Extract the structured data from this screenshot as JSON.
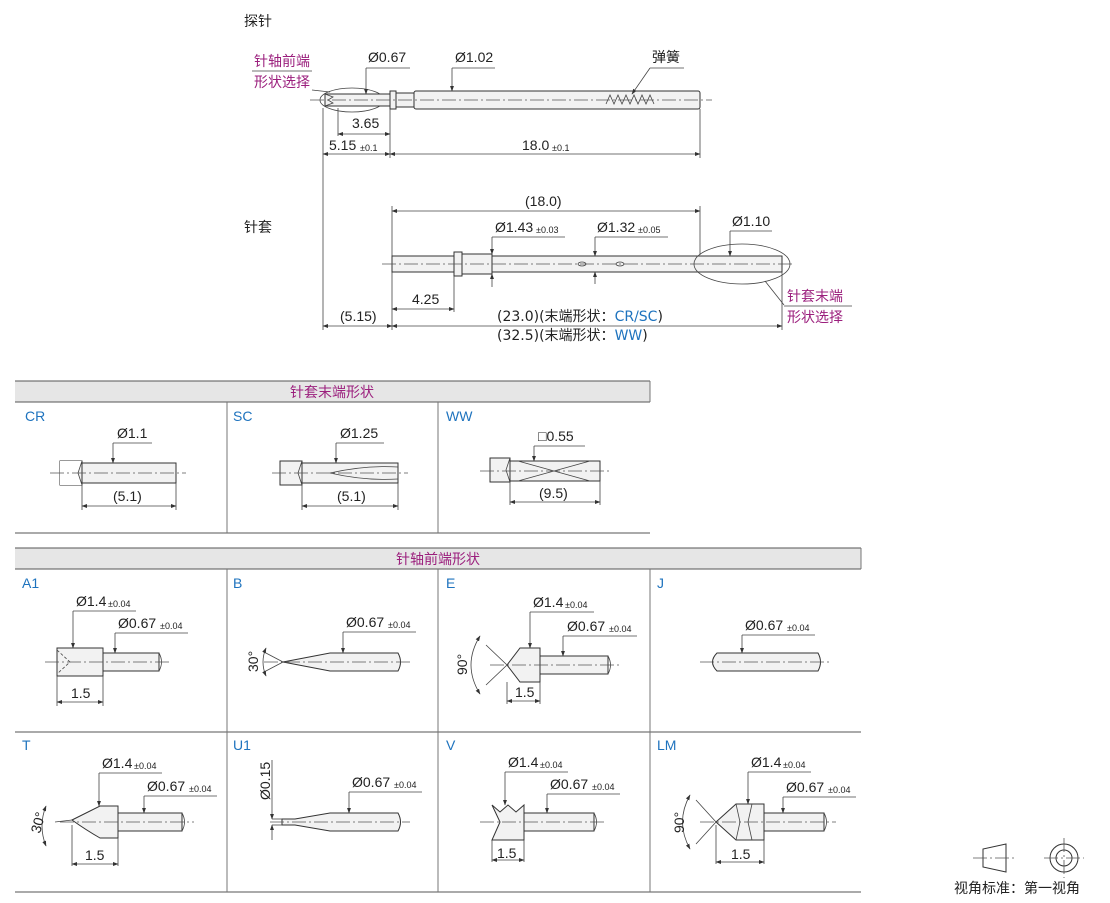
{
  "probe_section": {
    "title": "探针",
    "front_shape_callout_line1": "针轴前端",
    "front_shape_callout_line2": "形状选择",
    "dia_shaft": "Ø0.67",
    "dia_body": "Ø1.02",
    "spring": "弹簧",
    "dim_3_65": "3.65",
    "dim_5_15": "5.15",
    "dim_5_15_tol": "±0.1",
    "dim_18": "18.0",
    "dim_18_tol": "±0.1"
  },
  "socket_section": {
    "title": "针套",
    "dim_18_ref": "(18.0)",
    "dia_1_43": "Ø1.43",
    "dia_1_43_tol": "±0.03",
    "dia_1_32": "Ø1.32",
    "dia_1_32_tol": "±0.05",
    "dia_1_10": "Ø1.10",
    "dim_4_25": "4.25",
    "dim_5_15_ref": "(5.15)",
    "len_cr_sc_prefix": "(23.0)(末端形状：",
    "len_cr_sc_value": "CR/SC",
    "len_ww_prefix": "(32.5)(末端形状：",
    "len_ww_value": "WW",
    "close_paren": ")",
    "end_shape_callout_line1": "针套末端",
    "end_shape_callout_line2": "形状选择"
  },
  "socket_end_table": {
    "header": "针套末端形状",
    "cells": [
      {
        "label": "CR",
        "dia": "Ø1.1",
        "len": "(5.1)"
      },
      {
        "label": "SC",
        "dia": "Ø1.25",
        "len": "(5.1)"
      },
      {
        "label": "WW",
        "dia": "□0.55",
        "len": "(9.5)"
      }
    ]
  },
  "tip_table": {
    "header": "针轴前端形状",
    "tol": "±0.04",
    "cells": [
      {
        "label": "A1",
        "d1": "Ø1.4",
        "d2": "Ø0.67",
        "len": "1.5"
      },
      {
        "label": "B",
        "d2": "Ø0.67",
        "angle": "30°"
      },
      {
        "label": "E",
        "d1": "Ø1.4",
        "d2": "Ø0.67",
        "len": "1.5",
        "angle": "90°"
      },
      {
        "label": "J",
        "d2": "Ø0.67"
      },
      {
        "label": "T",
        "d1": "Ø1.4",
        "d2": "Ø0.67",
        "len": "1.5",
        "angle": "30°"
      },
      {
        "label": "U1",
        "d_small": "Ø0.15",
        "d2": "Ø0.67"
      },
      {
        "label": "V",
        "d1": "Ø1.4",
        "d2": "Ø0.67",
        "len": "1.5"
      },
      {
        "label": "LM",
        "d1": "Ø1.4",
        "d2": "Ø0.67",
        "len": "1.5",
        "angle": "90°"
      }
    ]
  },
  "projection_note": "视角标准：第一视角",
  "colors": {
    "accent": "#9b1f7d",
    "label": "#1e73be"
  }
}
